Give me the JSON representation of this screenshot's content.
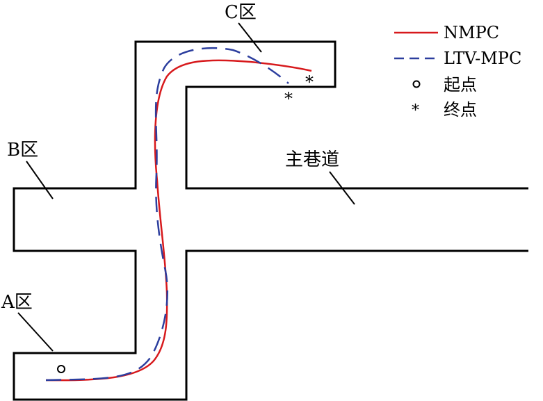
{
  "labels": {
    "zone_c": "C区",
    "zone_b": "B区",
    "zone_a": "A区",
    "main_tunnel": "主巷道"
  },
  "legend": {
    "nmpc": "NMPC",
    "ltv_mpc": "LTV-MPC",
    "start": "起点",
    "end": "终点"
  },
  "colors": {
    "nmpc": "#d7191c",
    "ltv_mpc": "#2c3e9e",
    "walls": "#000000"
  },
  "markers": {
    "start_symbol": "○",
    "end_symbol": "*"
  }
}
